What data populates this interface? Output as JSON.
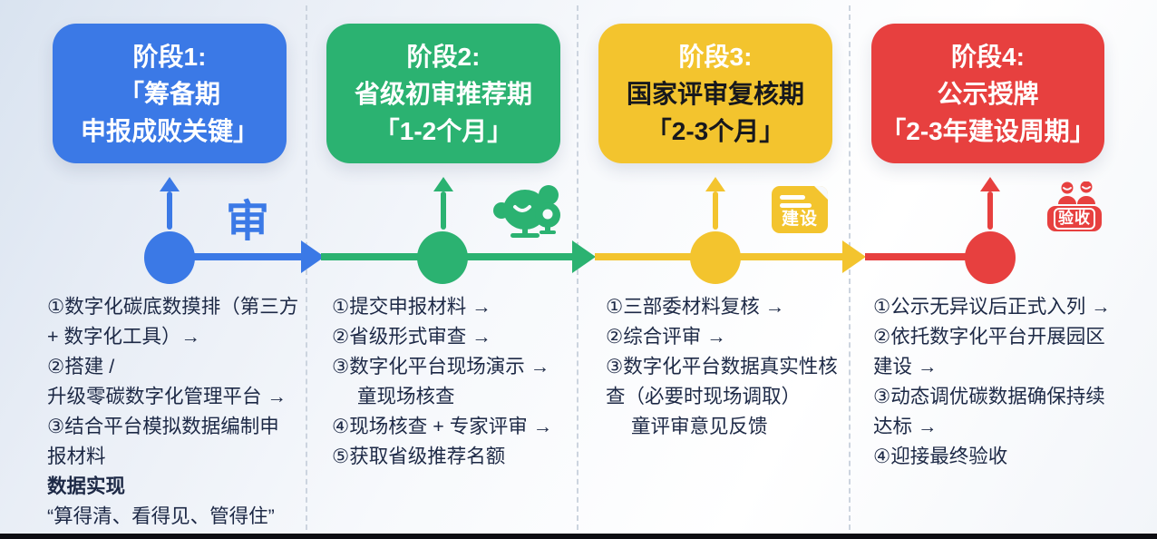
{
  "stages": [
    {
      "name": "阶段1",
      "color": "#3B79E6",
      "subtitle_color": "#ffffff",
      "title_lines": [
        "阶段1:",
        "「筹备期",
        "申报成败关键」"
      ],
      "icon": {
        "name": "audit-seal-icon",
        "label": "审"
      },
      "steps": [
        {
          "text": "①数字化碳底数摸排（第三方"
        },
        {
          "text": "+ 数字化工具）→"
        },
        {
          "text": "②搭建 /"
        },
        {
          "text": "升级零碳数字化管理平台 →"
        },
        {
          "text": "③结合平台模拟数据编制申"
        },
        {
          "text": "报材料"
        },
        {
          "text": "数据实现",
          "bold": true
        },
        {
          "text": "“算得清、看得见、管得住”"
        }
      ]
    },
    {
      "name": "阶段2",
      "color": "#2BB271",
      "subtitle_color": "#ffffff",
      "title_lines": [
        "阶段2:",
        "省级初审推荐期",
        "「1-2个月」"
      ],
      "icon": {
        "name": "inspector-mascot-icon"
      },
      "steps": [
        {
          "text": "①提交申报材料 →"
        },
        {
          "text": "②省级形式审查 →"
        },
        {
          "text": "③数字化平台现场演示 →"
        },
        {
          "text": "童现场核查",
          "indent": true
        },
        {
          "text": "④现场核查 + 专家评审 →"
        },
        {
          "text": "⑤获取省级推荐名额"
        }
      ]
    },
    {
      "name": "阶段3",
      "color": "#F3C42E",
      "subtitle_color": "#17181d",
      "title_lines": [
        "阶段3:",
        "国家评审复核期",
        "「2-3个月」"
      ],
      "icon": {
        "name": "construction-doc-icon",
        "label": "建设"
      },
      "steps": [
        {
          "text": "①三部委材料复核 →"
        },
        {
          "text": "②综合评审 →"
        },
        {
          "text": "③数字化平台数据真实性核"
        },
        {
          "text": "查（必要时现场调取）"
        },
        {
          "text": "童评审意见反馈",
          "indent": true
        }
      ]
    },
    {
      "name": "阶段4",
      "color": "#E7403F",
      "subtitle_color": "#ffffff",
      "title_lines": [
        "阶段4:",
        "公示授牌",
        "「2-3年建设周期」"
      ],
      "icon": {
        "name": "acceptance-badge-icon",
        "label": "验收"
      },
      "steps": [
        {
          "text": "①公示无异议后正式入列 →"
        },
        {
          "text": "②依托数字化平台开展园区"
        },
        {
          "text": "建设 →"
        },
        {
          "text": "③动态调优碳数据确保持续"
        },
        {
          "text": "达标 →"
        },
        {
          "text": "④迎接最终验收"
        }
      ]
    }
  ],
  "colors": {
    "text": "#1d2946",
    "divider": "#ccd4df",
    "bottom_bar": "#0d0d12"
  }
}
